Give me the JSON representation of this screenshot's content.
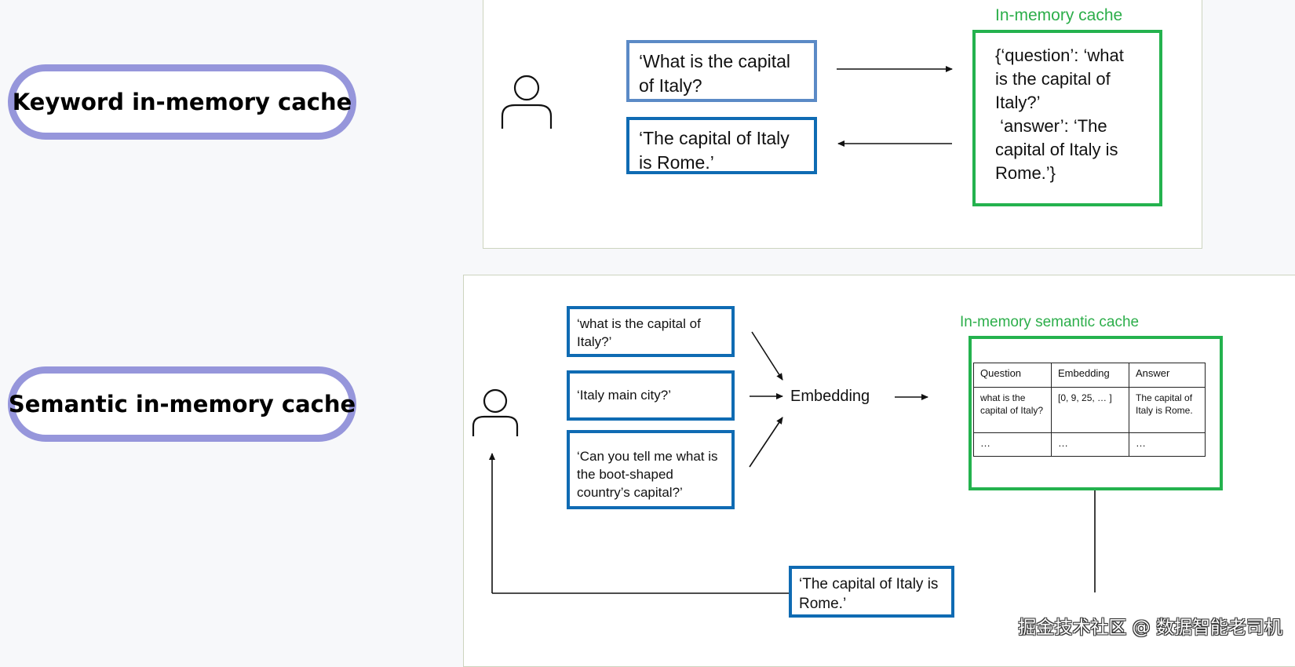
{
  "keyword_section": {
    "label": "Keyword in-memory cache",
    "question": "‘What is the capital of Italy?",
    "answer": "‘The capital of Italy is Rome.’",
    "cache_title": "In-memory cache",
    "cache_content": "{‘question’: ‘what\nis the capital of\nItaly?’\n ‘answer’: ‘The\ncapital of Italy is\nRome.’}"
  },
  "semantic_section": {
    "label": "Semantic in-memory cache",
    "queries": [
      "‘what is the capital of Italy?’",
      "‘Italy main city?’",
      "‘Can you tell me what is the boot-shaped country’s capital?’"
    ],
    "embedding_label": "Embedding",
    "cache_title": "In-memory semantic cache",
    "table": {
      "headers": [
        "Question",
        "Embedding",
        "Answer"
      ],
      "rows": [
        [
          "what is the capital of Italy?",
          "[0, 9, 25, … ]",
          "The capital of Italy is Rome."
        ],
        [
          "…",
          "…",
          "…"
        ]
      ]
    },
    "answer": "‘The capital of Italy is Rome.’"
  },
  "watermark": "掘金技术社区 @ 数据智能老司机",
  "colors": {
    "pill_border": "#9696db",
    "box_blue": "#0f6bb3",
    "box_blue_light": "#5b8ac6",
    "cache_green": "#24b24e",
    "cache_label_green": "#2cae4a"
  },
  "icons": [
    "user-icon",
    "arrow-icon"
  ]
}
